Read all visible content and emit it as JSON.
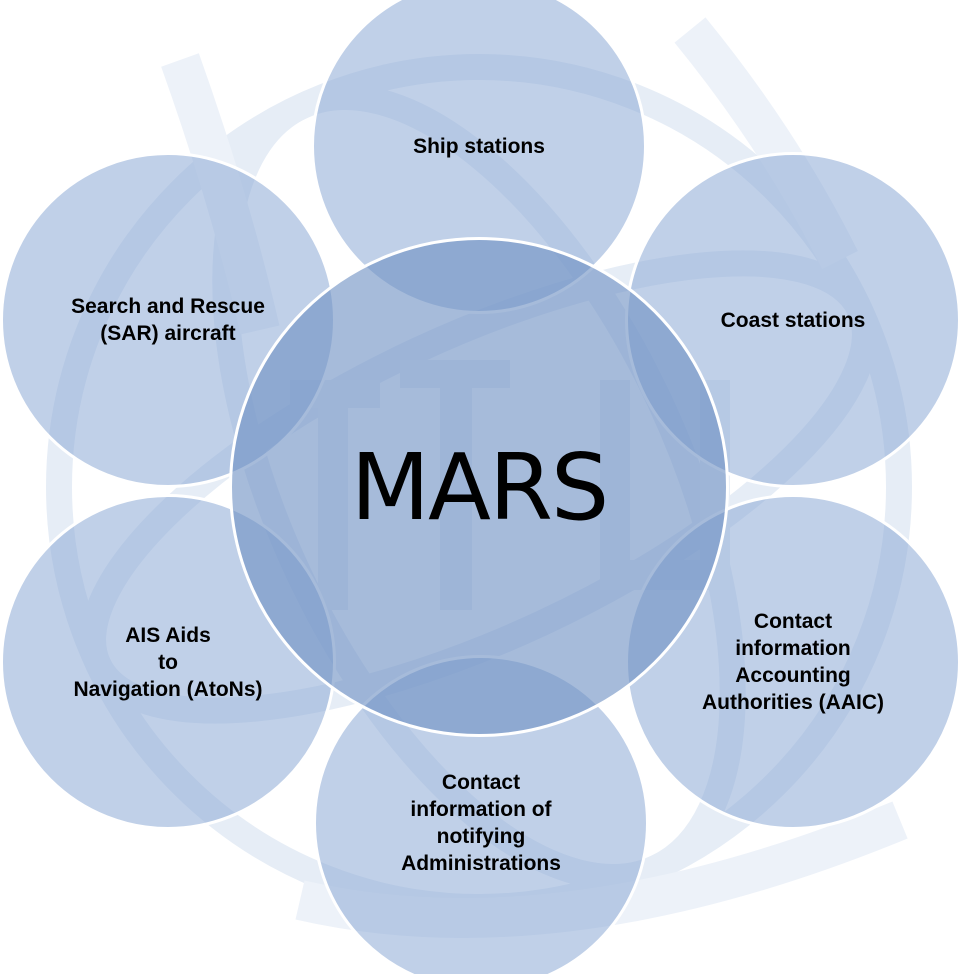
{
  "diagram": {
    "center": {
      "label": "MARS"
    },
    "nodes": [
      {
        "id": "ship",
        "label": "Ship stations"
      },
      {
        "id": "coast",
        "label": "Coast stations"
      },
      {
        "id": "contact",
        "label": "Contact\ninformation\nAccounting\nAuthorities (AAIC)"
      },
      {
        "id": "notify",
        "label": "Contact\ninformation of\nnotifying\nAdministrations"
      },
      {
        "id": "ais",
        "label": "AIS Aids\nto\nNavigation (AtoNs)"
      },
      {
        "id": "sar",
        "label": "Search and Rescue\n(SAR) aircraft"
      }
    ],
    "colors": {
      "center_fill": "#6f92c4",
      "satellite_fill": "#8caad6",
      "watermark": "#e3ebf5",
      "outline": "#ffffff"
    },
    "watermark_icon": "itu-globe-logo"
  }
}
